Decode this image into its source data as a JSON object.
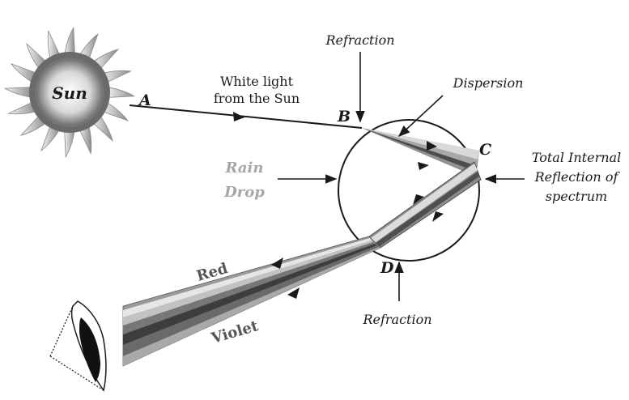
{
  "labels": {
    "sun": "Sun",
    "point_a": "A",
    "point_b": "B",
    "point_c": "C",
    "point_d": "D",
    "white_light_line1": "White light",
    "white_light_line2": "from the Sun",
    "refraction_top": "Refraction",
    "dispersion": "Dispersion",
    "tir_line1": "Total Internal",
    "tir_line2": "Reflection of",
    "tir_line3": "spectrum",
    "rain_line1": "Rain",
    "rain_line2": "Drop",
    "refraction_bottom": "Refraction",
    "red": "Red",
    "violet": "Violet"
  },
  "colors": {
    "line": "#1a1a1a",
    "rain_drop_label": "#a6a6a6",
    "band_label": "#555555"
  }
}
